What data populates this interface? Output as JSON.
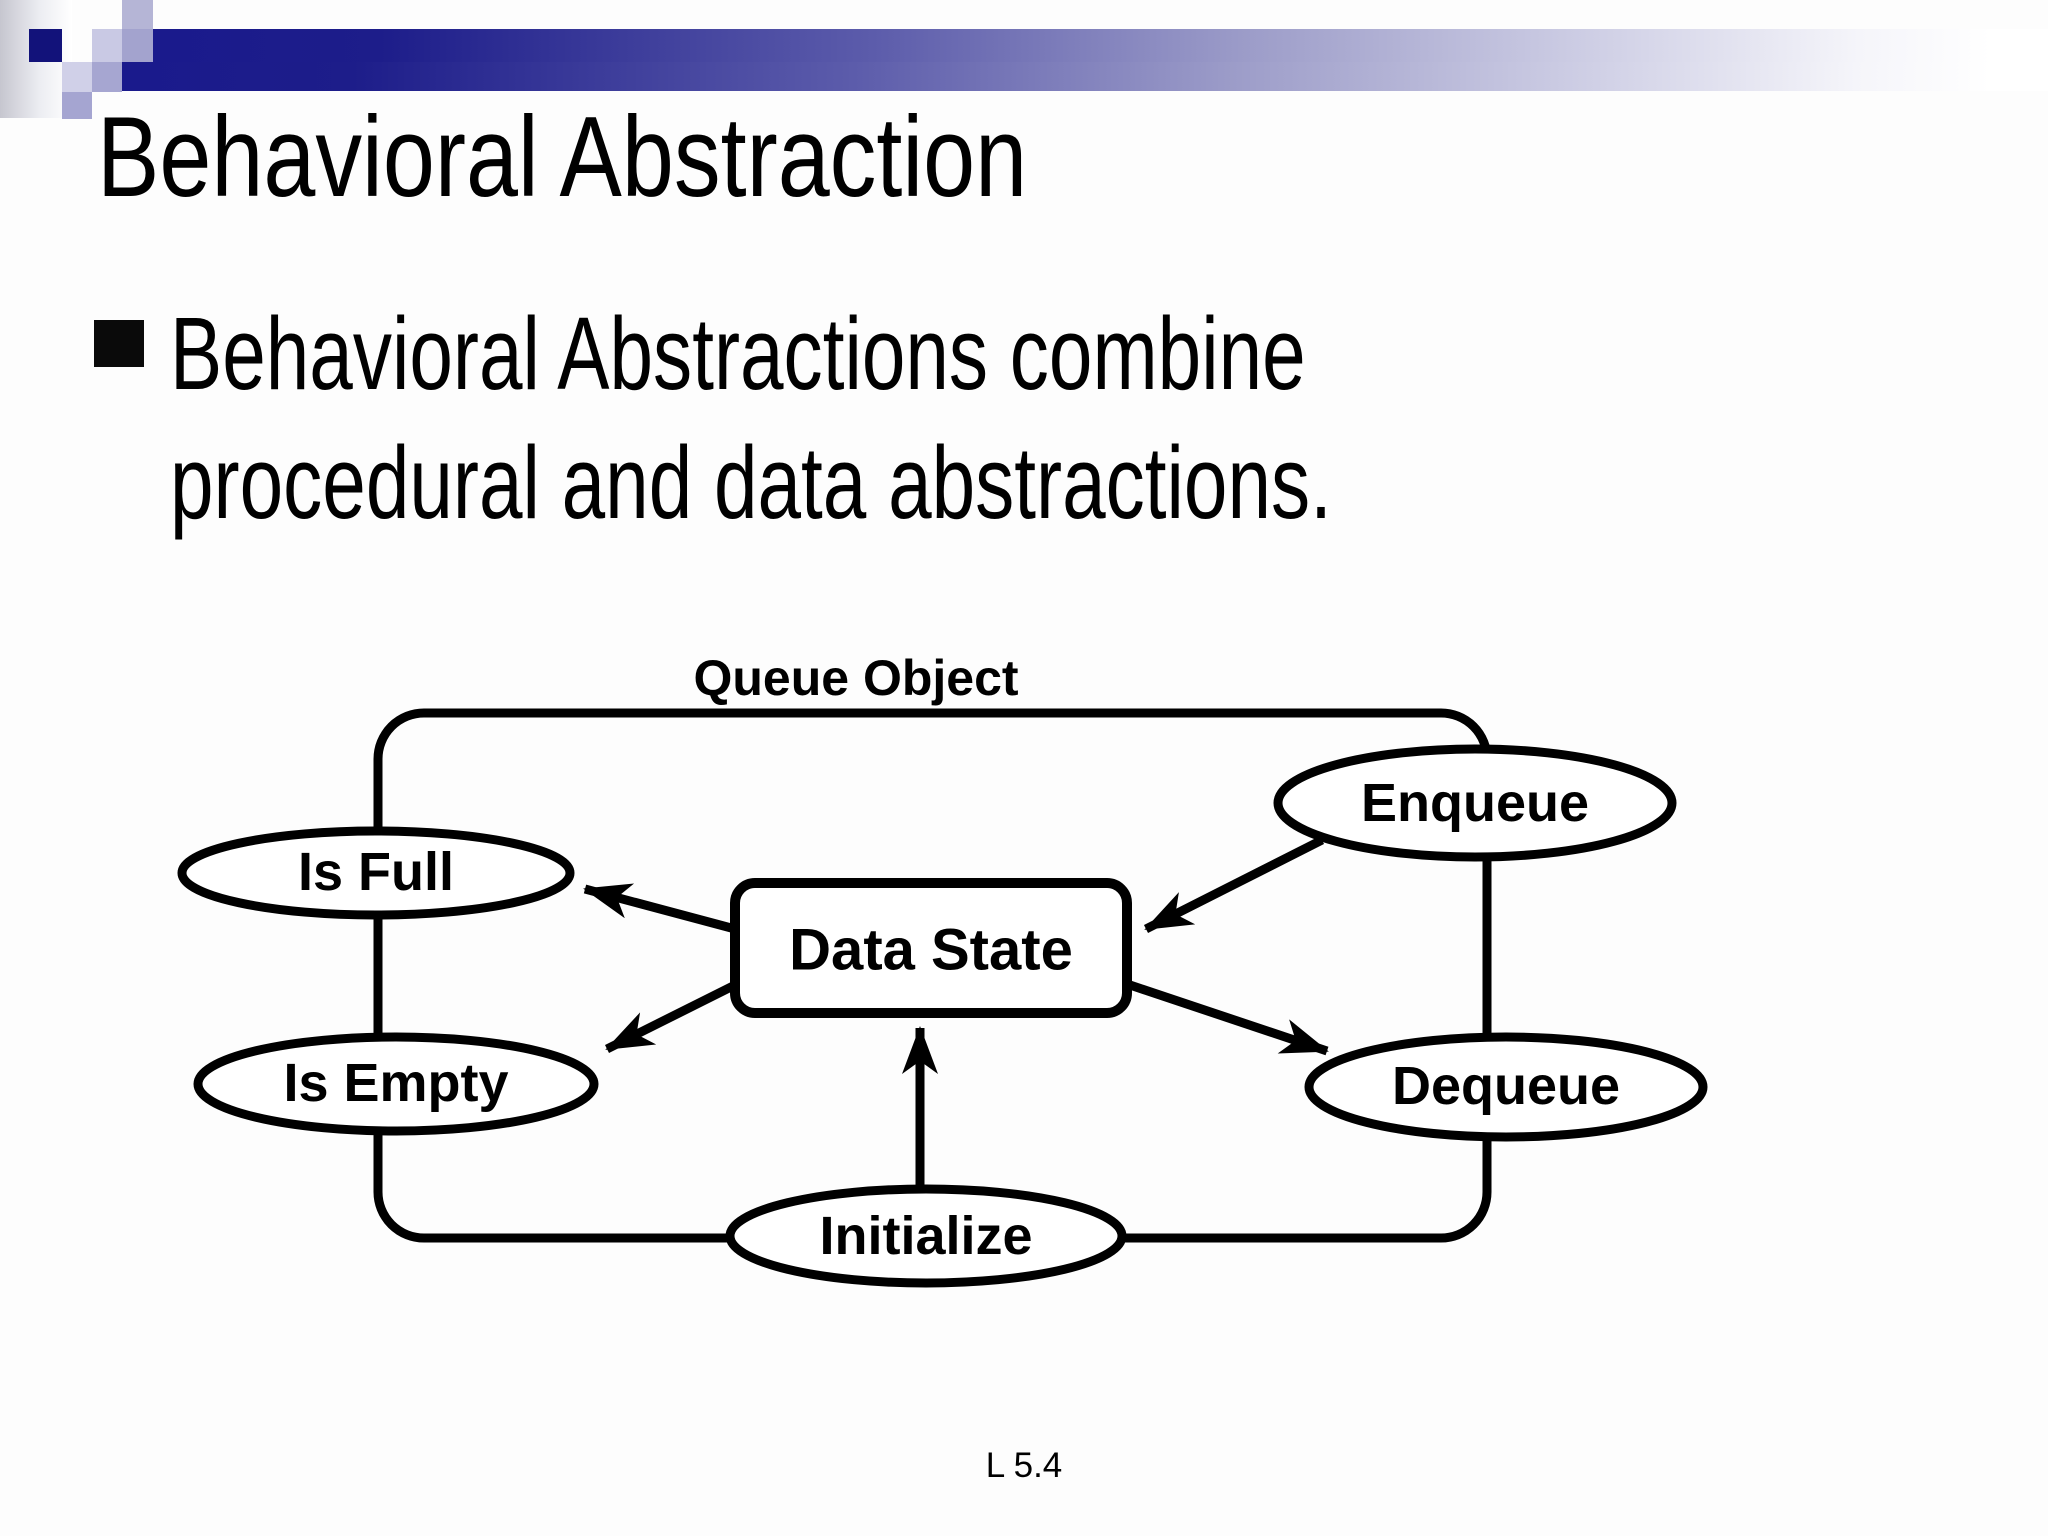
{
  "slide": {
    "title": "Behavioral Abstraction",
    "bullet_lines": [
      "Behavioral Abstractions combine",
      "procedural and data abstractions."
    ],
    "footer": "L 5.4"
  },
  "diagram": {
    "title": "Queue Object",
    "center_box_label": "Data State",
    "nodes": {
      "is_full": "Is Full",
      "is_empty": "Is Empty",
      "enqueue": "Enqueue",
      "dequeue": "Dequeue",
      "initialize": "Initialize"
    }
  },
  "theme": {
    "bar_navy": "#1a1a8c",
    "square_navy": "#12127a",
    "square_lavender_pale": "#c9c9e4",
    "square_lavender_mid": "#a3a3ce",
    "square_lavender_light": "#d0d0e8",
    "diagram_stroke": "#000000",
    "text_color": "#000000",
    "background": "#fdfdfd"
  }
}
